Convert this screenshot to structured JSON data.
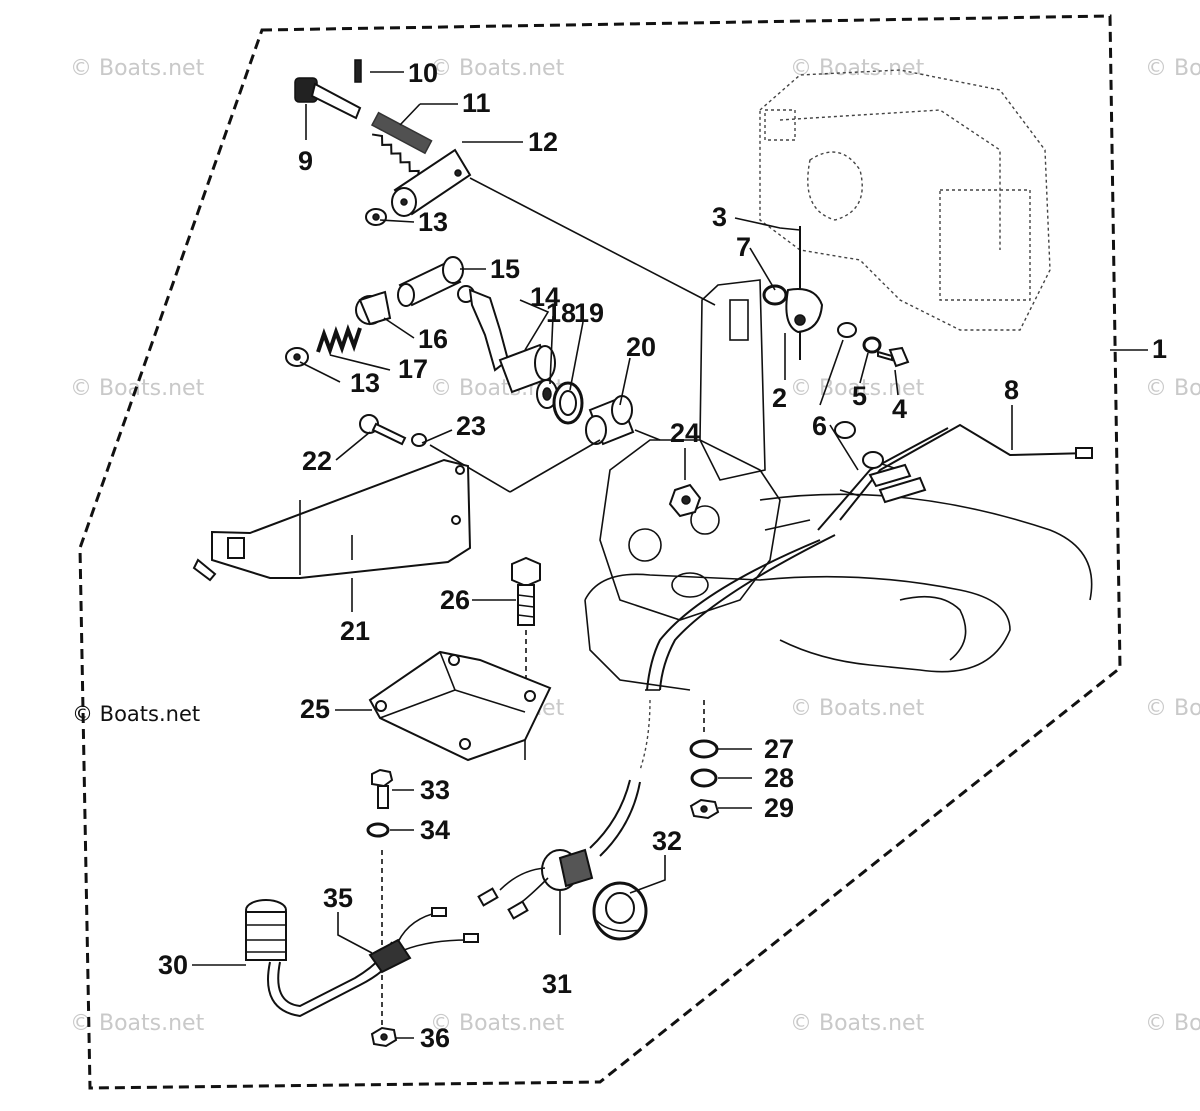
{
  "watermark": "© Boats.net",
  "credit": "© Boats.net",
  "callouts": [
    "1",
    "2",
    "3",
    "4",
    "5",
    "6",
    "7",
    "8",
    "9",
    "10",
    "11",
    "12",
    "13",
    "13",
    "14",
    "15",
    "16",
    "17",
    "18",
    "19",
    "20",
    "21",
    "22",
    "23",
    "24",
    "25",
    "26",
    "27",
    "28",
    "29",
    "30",
    "31",
    "32",
    "33",
    "34",
    "35",
    "36"
  ]
}
